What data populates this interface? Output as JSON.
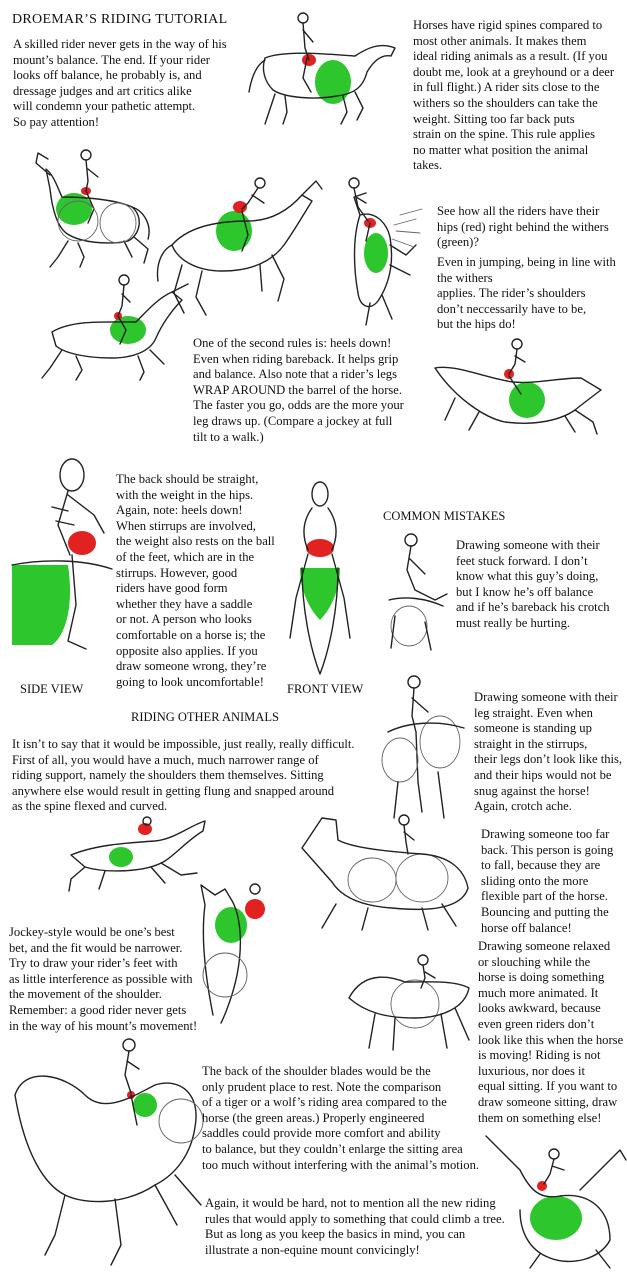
{
  "title": "DROEMAR’S RIDING TUTORIAL",
  "intro": "A skilled rider never gets in the way of his\nmount’s balance.  The end.  If your rider\nlooks off balance, he probably is, and\ndressage judges and art critics alike\nwill condemn your pathetic attempt.\nSo pay attention!",
  "spine": "Horses have rigid spines compared to\nmost other animals.  It makes them\nideal riding animals as a result.  (If you\ndoubt me, look at a greyhound or a deer\nin full flight.)  A rider sits close to the\nwithers so the shoulders can take the\nweight.  Sitting too far back puts\nstrain on the spine.  This rule applies\nno matter what position the animal\ntakes.",
  "hips": "See how all the riders have their\nhips (red) right behind the withers\n(green)?",
  "jumping": "Even in jumping, being in line with the withers\napplies.  The rider’s shoulders\ndon’t neccessarily have to be,\nbut the hips do!",
  "heels": "One of the second rules is: heels down!\nEven when riding bareback.  It helps grip\nand balance.  Also note that a rider’s legs\nWRAP AROUND the barrel of the horse.\nThe faster you go, odds are the more your\nleg draws up.  (Compare a jockey at full\ntilt to a walk.)",
  "back": "The back should be straight,\nwith the weight in the hips.\nAgain, note: heels down!\nWhen stirrups are involved,\nthe weight also rests on the ball\nof the feet, which are in the\nstirrups.  However, good\nriders have good form\nwhether they have a saddle\nor not.  A person who looks\ncomfortable on a horse is; the\nopposite also applies.  If you\ndraw someone wrong, they’re\ngoing to look uncomfortable!",
  "side_view": "SIDE VIEW",
  "front_view": "FRONT VIEW",
  "mistakes_heading": "COMMON MISTAKES",
  "mistake1": "Drawing someone with their\nfeet stuck forward.  I don’t\nknow what this guy’s doing,\nbut I know he’s off balance\nand if he’s bareback his crotch\nmust really be hurting.",
  "mistake2": "Drawing someone with their\nleg straight.  Even when\nsomeone is standing up\nstraight in the stirrups,\ntheir legs don’t look like this,\nand their hips would not be\nsnug against the horse!\nAgain, crotch ache.",
  "mistake3": "Drawing someone too far\nback.  This person is going\nto fall, because they are\nsliding onto the more\nflexible part of the horse.\nBouncing and putting the\nhorse off balance!",
  "mistake4": "Drawing someone relaxed\nor slouching while the\nhorse is doing something\nmuch more animated.  It\nlooks awkward, because\neven green riders don’t\nlook like this when the horse\nis moving!  Riding is not\nluxurious, nor does it\nequal sitting.  If you want to\ndraw someone sitting, draw\nthem on something else!",
  "other_heading": "RIDING OTHER ANIMALS",
  "other": "It isn’t to say that it would be impossible, just really, really difficult.\nFirst of all, you would have a much, much narrower range of\nriding support, namely the shoulders them themselves.  Sitting\nanywhere else would result in getting flung and snapped around\nas the spine flexed and curved.",
  "jockey": "Jockey-style would be one’s best\nbet, and the fit would be narrower.\nTry to draw your rider’s feet with\nas little interference as possible with\nthe movement of the shoulder.\nRemember: a good rider never gets\nin the way of his mount’s movement!",
  "shoulders": "The back of the shoulder blades would be the\nonly prudent place to rest.  Note the comparison\nof a tiger or a wolf’s riding area compared to the\nhorse (the green areas.)  Properly engineered\nsaddles could provide more comfort and ability\nto balance, but they couldn’t enlarge the sitting area\ntoo much without interfering with the animal’s motion.",
  "climb": "Again, it would be hard, not to mention all the new riding\nrules that would apply to something that could climb a tree.\nBut as long as you keep the basics in mind, you can\nillustrate a non-equine mount convicingly!",
  "colors": {
    "withers": "#22c322",
    "hips": "#e01515"
  }
}
